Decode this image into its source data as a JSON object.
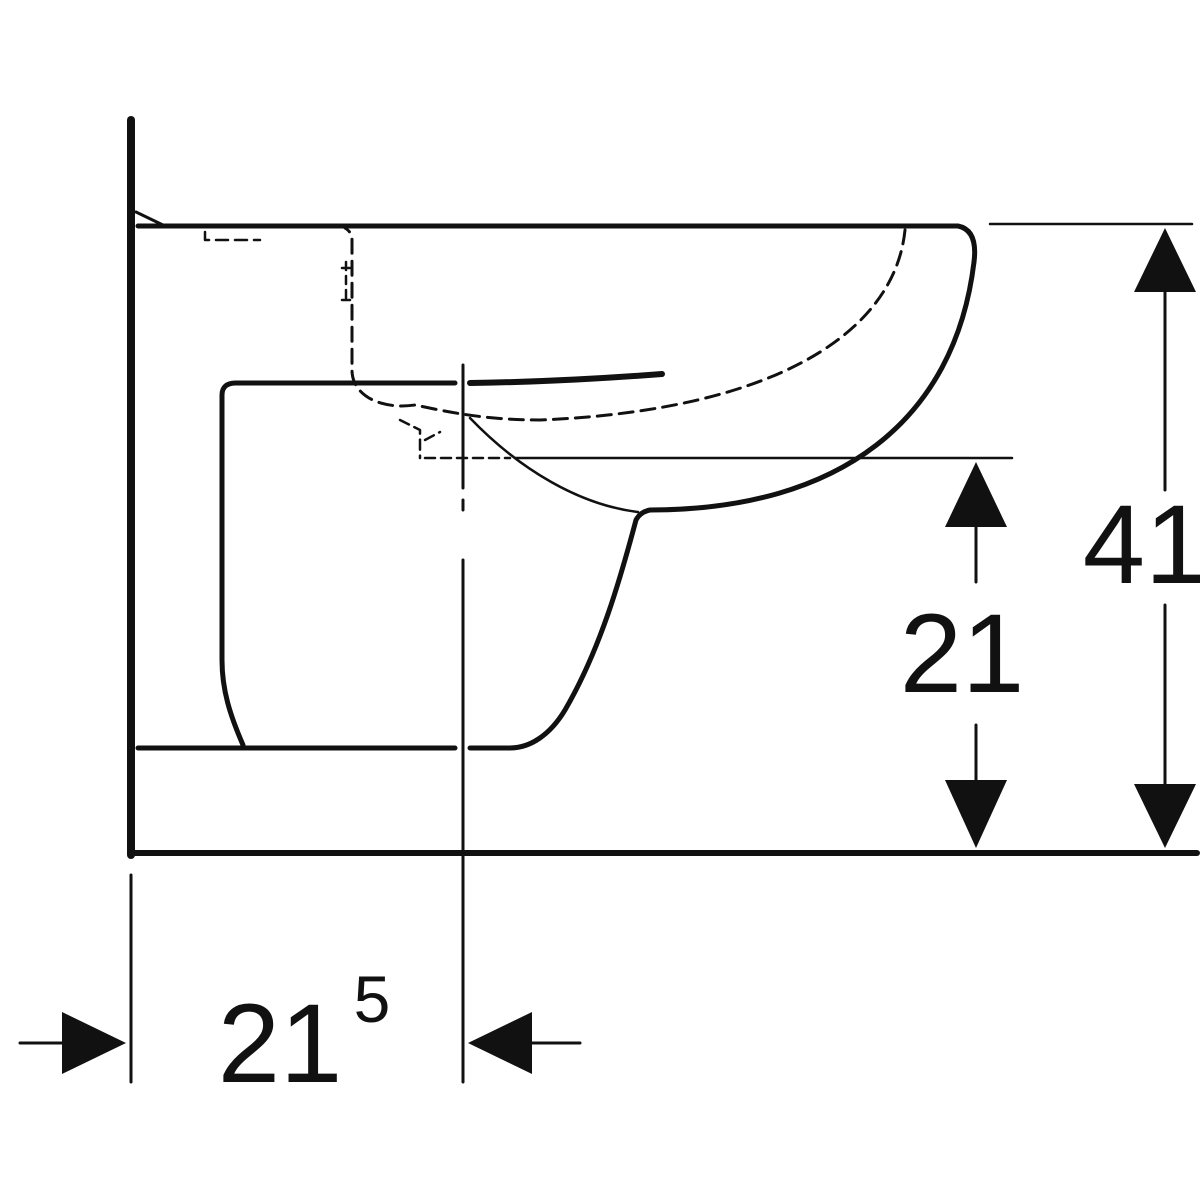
{
  "dimensions": {
    "height_total": "41",
    "height_rim": "21",
    "wall_offset_main": "21",
    "wall_offset_sup": "5"
  },
  "colors": {
    "stroke": "#111111",
    "background": "#ffffff"
  }
}
